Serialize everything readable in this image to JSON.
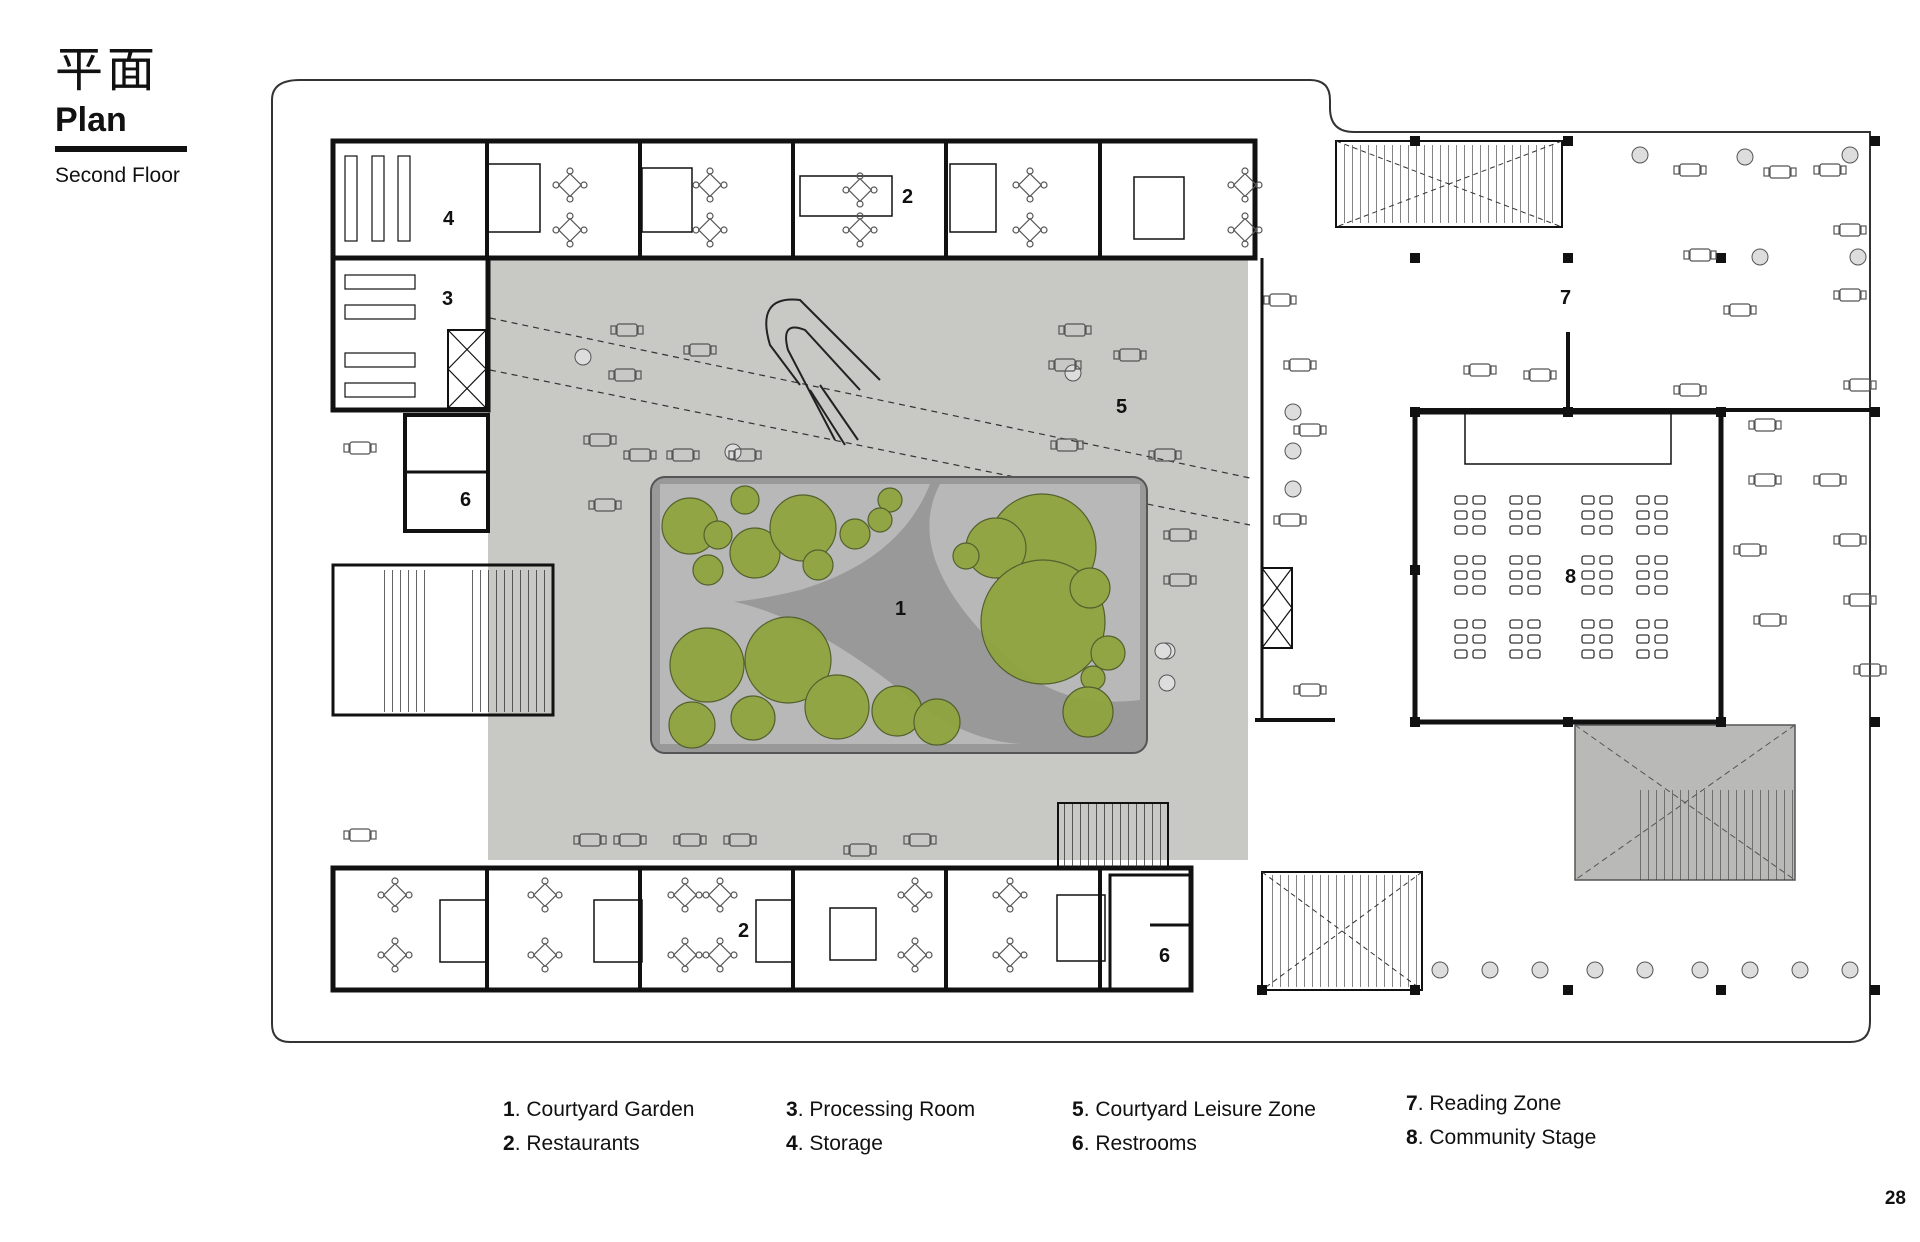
{
  "title": {
    "chinese": "平面",
    "english": "Plan",
    "subtitle": "Second Floor"
  },
  "zone_labels": {
    "courtyard_garden": "1",
    "restaurants_top": "2",
    "restaurants_bottom": "2",
    "processing_room": "3",
    "storage": "4",
    "leisure_zone": "5",
    "restrooms_left": "6",
    "restrooms_right": "6",
    "reading_zone": "7",
    "community_stage": "8"
  },
  "legend": [
    {
      "num": "1",
      "text": "Courtyard Garden"
    },
    {
      "num": "2",
      "text": "Restaurants"
    },
    {
      "num": "3",
      "text": "Processing Room"
    },
    {
      "num": "4",
      "text": "Storage"
    },
    {
      "num": "5",
      "text": "Courtyard Leisure Zone"
    },
    {
      "num": "6",
      "text": "Restrooms"
    },
    {
      "num": "7",
      "text": "Reading Zone"
    },
    {
      "num": "8",
      "text": "Community Stage"
    }
  ],
  "page_number": "28",
  "colors": {
    "courtyard": "#c8c9c5",
    "garden_bed": "#999999",
    "tree": "#8fa43c",
    "wall": "#111111",
    "stage_roof": "#b9b9b7"
  }
}
